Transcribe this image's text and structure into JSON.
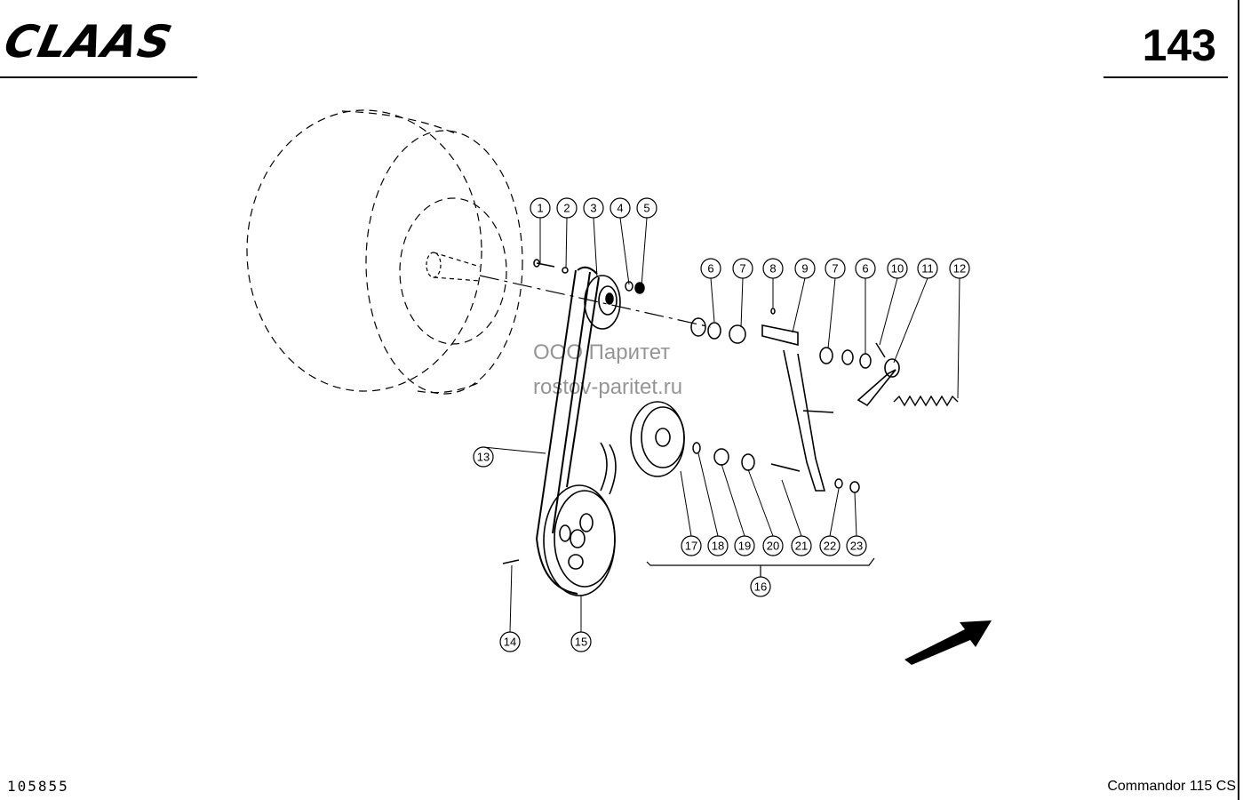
{
  "header": {
    "logo_text": "CLAAS",
    "page_number": "143"
  },
  "footer": {
    "figure_number": "105855",
    "model": "Commandor 115 CS"
  },
  "watermark": {
    "line1": "ООО Паритет",
    "line2": "rostov-paritet.ru"
  },
  "callouts": [
    {
      "label": "1"
    },
    {
      "label": "2"
    },
    {
      "label": "3"
    },
    {
      "label": "4"
    },
    {
      "label": "5"
    },
    {
      "label": "6"
    },
    {
      "label": "7"
    },
    {
      "label": "8"
    },
    {
      "label": "9"
    },
    {
      "label": "7"
    },
    {
      "label": "6"
    },
    {
      "label": "10"
    },
    {
      "label": "11"
    },
    {
      "label": "12"
    },
    {
      "label": "13"
    },
    {
      "label": "14"
    },
    {
      "label": "15"
    },
    {
      "label": "16"
    },
    {
      "label": "17"
    },
    {
      "label": "18"
    },
    {
      "label": "19"
    },
    {
      "label": "20"
    },
    {
      "label": "21"
    },
    {
      "label": "22"
    },
    {
      "label": "23"
    }
  ]
}
